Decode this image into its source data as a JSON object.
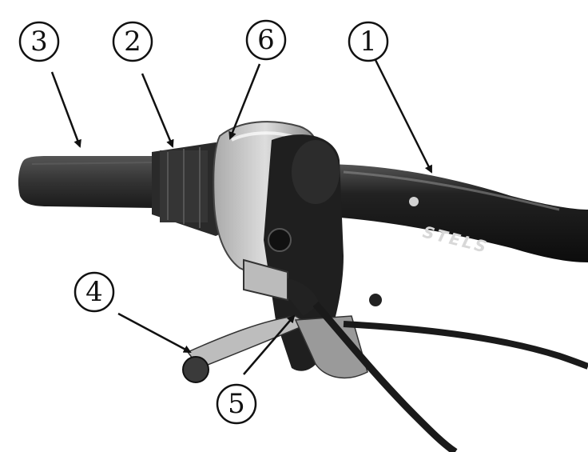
{
  "figure": {
    "brand_text": "STELS",
    "callouts": [
      {
        "id": "1",
        "label": "1"
      },
      {
        "id": "2",
        "label": "2"
      },
      {
        "id": "3",
        "label": "3"
      },
      {
        "id": "4",
        "label": "4"
      },
      {
        "id": "5",
        "label": "5"
      },
      {
        "id": "6",
        "label": "6"
      }
    ]
  }
}
